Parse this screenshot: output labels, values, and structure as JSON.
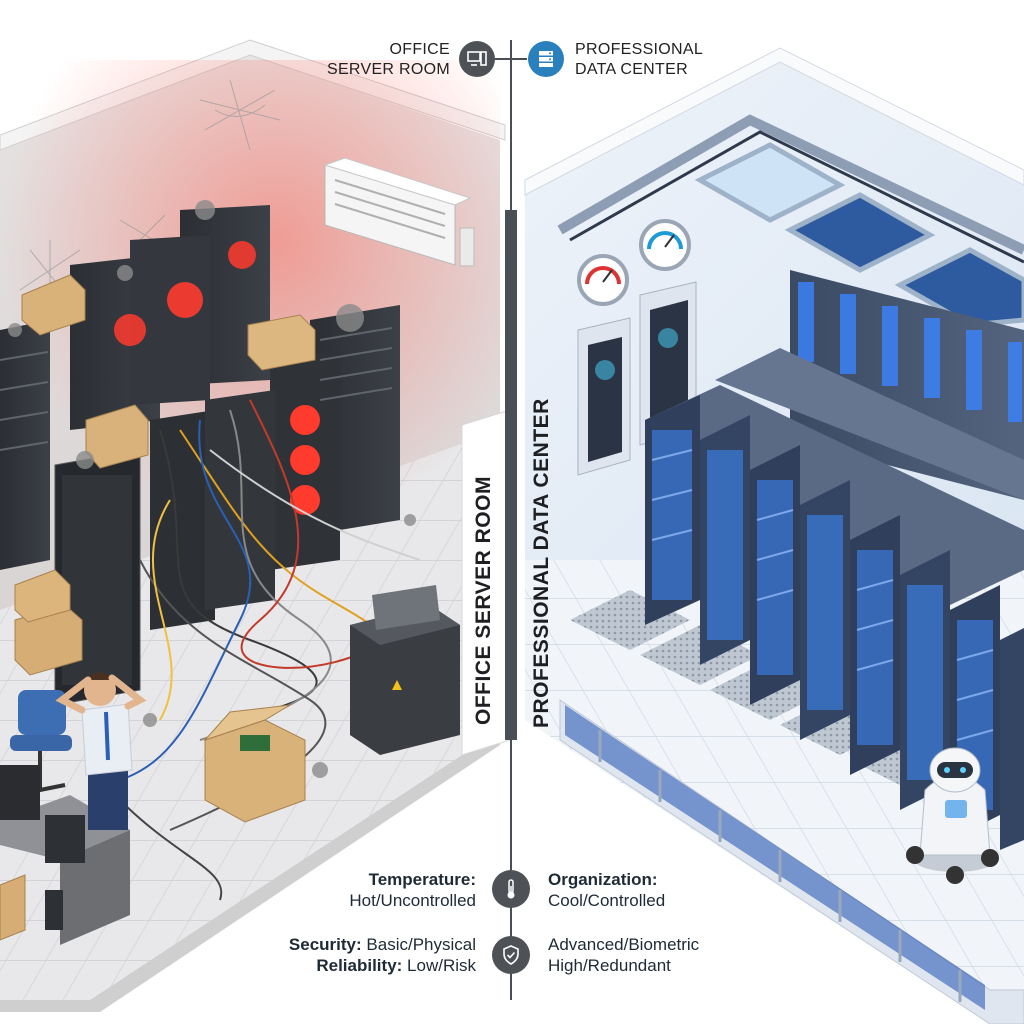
{
  "header": {
    "left_line1": "OFFICE",
    "left_line2": "SERVER ROOM",
    "right_line1": "PROFESSIONAL",
    "right_line2": "DATA CENTER"
  },
  "vertical_labels": {
    "left": "OFFICE SERVER ROOM",
    "right": "PROFESSIONAL DATA CENTER"
  },
  "comparison": {
    "temperature_label": "Temperature:",
    "temperature_left": "Hot/Uncontrolled",
    "organization_label": "Organization:",
    "organization_right": "Cool/Controlled",
    "security_label": "Security:",
    "security_left": " Basic/Physical",
    "reliability_label": "Reliability:",
    "reliability_left": " Low/Risk",
    "security_right": "Advanced/Biometric",
    "reliability_right": "High/Redundant"
  },
  "colors": {
    "divider": "#4a4f55",
    "icon_dark": "#4e5257",
    "icon_blue": "#2a7fbd",
    "server_blue": "#2f6fd6",
    "hot_red": "#e23a2c"
  },
  "icons": [
    "computer-tower-icon",
    "server-stack-icon",
    "thermometer-icon",
    "shield-check-icon"
  ]
}
